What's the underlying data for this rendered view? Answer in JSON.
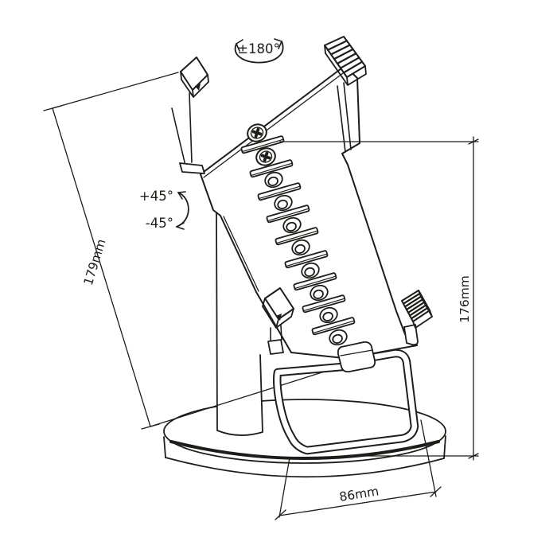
{
  "figure": {
    "kind": "technical-line-drawing",
    "subject": "POS payment terminal stand with swivel pedestal base, mounting plate and support loop",
    "ink_color": "#1d1d1b",
    "background_color": "#ffffff",
    "annotations": {
      "swivel": "±180°",
      "tilt_up": "+45°",
      "tilt_down": "-45°",
      "height_diagonal": "179mm",
      "height_vertical": "176mm",
      "width_base": "86mm"
    }
  }
}
